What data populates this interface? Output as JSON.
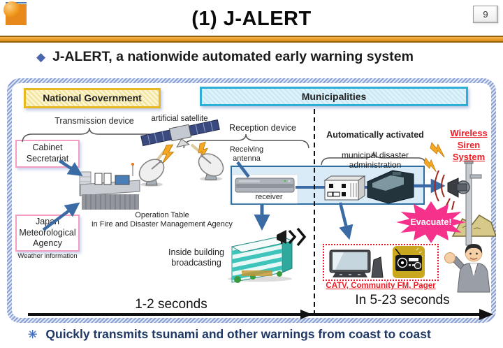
{
  "header": {
    "title": "(1) J-ALERT",
    "page_number": "9"
  },
  "subtitle": {
    "bullet": "◆",
    "text": "J-ALERT, a nationwide automated early warning system"
  },
  "diagram": {
    "national_government": "National Government",
    "municipalities": "Municipalities",
    "transmission_device": "Transmission device",
    "artificial_satellite": "artificial satellite",
    "reception_device": "Reception device",
    "cabinet_secretariat": "Cabinet\nSecretariat",
    "receiving_antenna": "Receiving\nantenna",
    "receiver": "receiver",
    "operation_table": "Operation Table\nin Fire and Disaster Management Agency",
    "japan_meteorological_agency": "Japan\nMeteorological\nAgency",
    "weather_information": "Weather information",
    "automatically_activated": "Automatically activated",
    "municipal_disaster": "municipal disaster\nadministration",
    "wireless_siren_system": "Wireless\nSiren\nSystem",
    "evacuate": "Evacuate!",
    "inside_building": "Inside building\nbroadcasting",
    "catv": "CATV, Community FM, Pager",
    "timeline_left": "1-2 seconds",
    "timeline_right": "In 5-23 seconds"
  },
  "footer": {
    "bullet": "✳",
    "text": "Quickly transmits tsunami and other warnings from coast to coast"
  },
  "colors": {
    "accent_orange": "#E8891D",
    "national_gov_border": "#E8B822",
    "municipalities_border": "#2FAFD6",
    "pink_box_border": "#F49EC4",
    "equipment_box_border": "#2E6DA0",
    "arrow_blue": "#3A6BA5",
    "alert_red": "#ED1C24",
    "evacuate_pink": "#F5318C",
    "footer_navy": "#1F3864",
    "bullet_diamond_blue": "#4A64AE"
  }
}
